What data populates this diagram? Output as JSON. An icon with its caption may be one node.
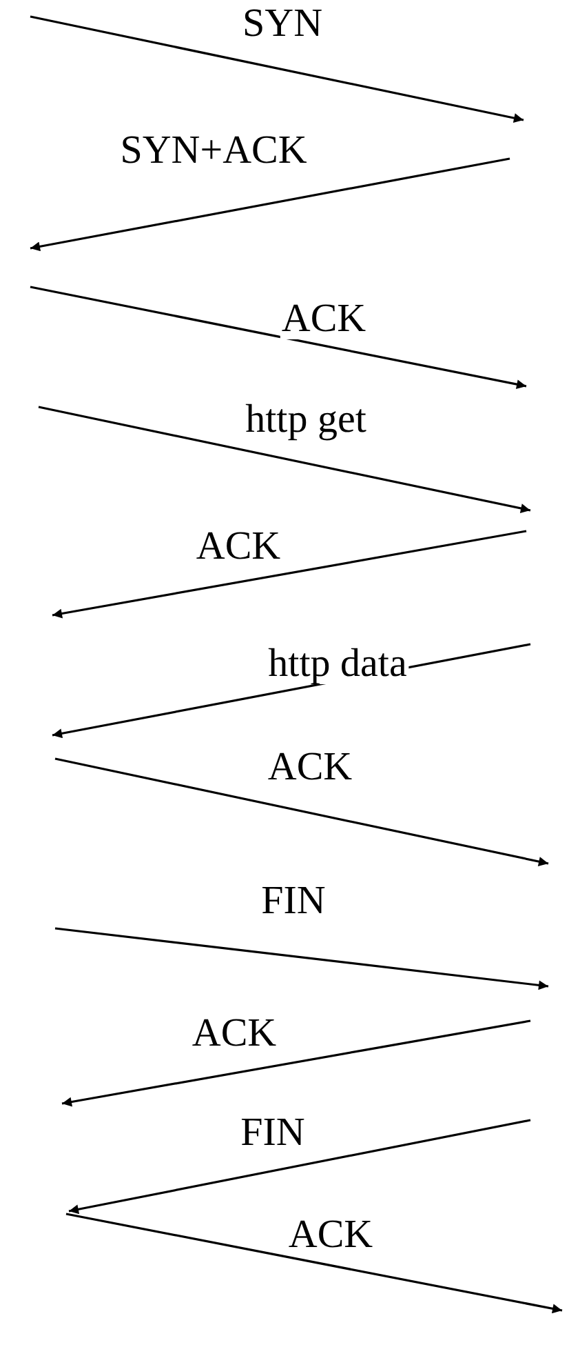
{
  "diagram": {
    "labels": [
      "SYN",
      "SYN+ACK",
      "ACK",
      "http get",
      "ACK",
      "http data",
      "ACK",
      "FIN",
      "ACK",
      "FIN",
      "ACK"
    ]
  }
}
